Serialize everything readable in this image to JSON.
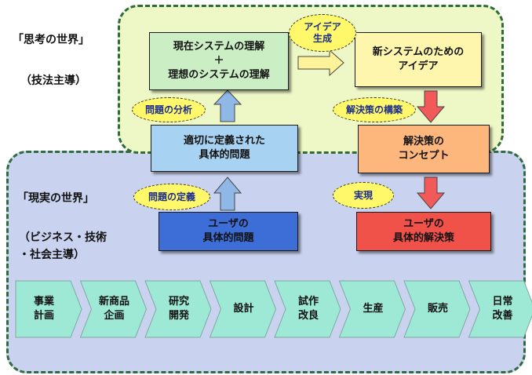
{
  "regions": {
    "thinking": {
      "label": "「思考の世界」",
      "sublabel": "（技法主導）"
    },
    "reality": {
      "label": "「現実の世界」",
      "sublabel": "（ビジネス・技術\n・社会主導）"
    }
  },
  "boxes": {
    "current_ideal": "現在システムの理解\n＋\n理想のシステムの理解",
    "new_idea": "新システムのための\nアイデア",
    "defined_problem": "適切に定義された\n具体的問題",
    "solution_concept": "解決策の\nコンセプト",
    "user_problem": "ユーザの\n具体的問題",
    "user_solution": "ユーザの\n具体的解決策"
  },
  "ovals": {
    "idea_generation": "アイデア\n生成",
    "problem_analysis": "問題の分析",
    "solution_build": "解決策の構築",
    "problem_definition": "問題の定義",
    "realization": "実現"
  },
  "process_steps": [
    "事業\n計画",
    "新商品\n企画",
    "研究\n開発",
    "設計",
    "試作\n改良",
    "生産",
    "販売",
    "日常\n改善"
  ],
  "colors": {
    "thinking_bg": "#eef7c6",
    "reality_bg": "#c9d2ef",
    "border": "#2e6b3e",
    "green_box": "#cbeec4",
    "yellow_box": "#fff6ad",
    "lightblue_box": "#a8d2f2",
    "orange_box": "#fdb77c",
    "blue_box": "#3d6ed8",
    "red_box": "#f0524a",
    "oval": "#fff86a",
    "step_fill": "#9ee8d6",
    "arrow_blue": "#8fb8e6",
    "arrow_red": "#f25a5a",
    "arrow_yellow": "#fff39a"
  }
}
